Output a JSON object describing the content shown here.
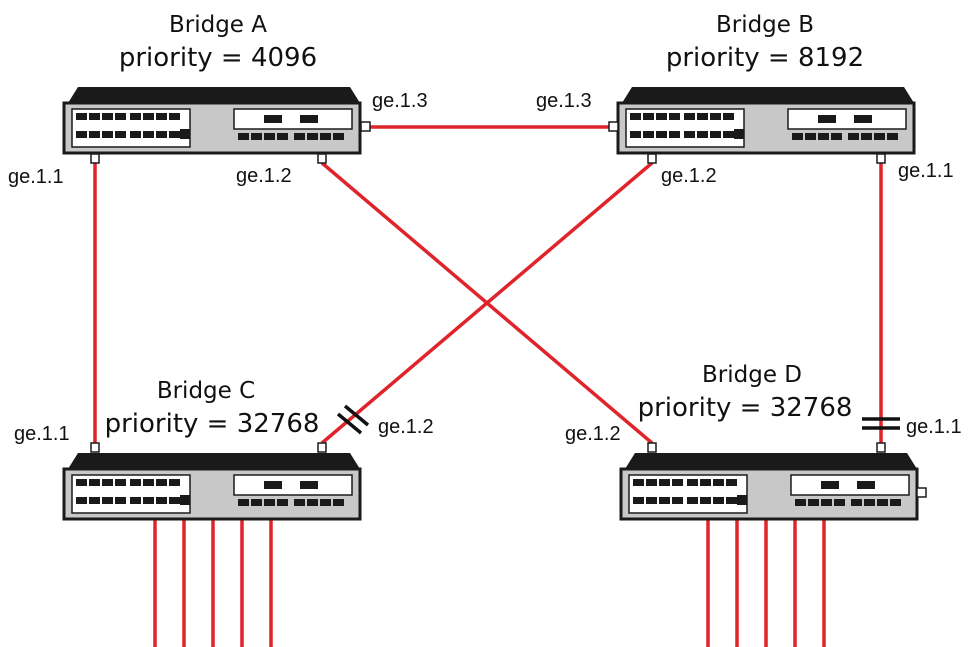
{
  "bridges": {
    "a": {
      "name": "Bridge A",
      "priority": "priority = 4096"
    },
    "b": {
      "name": "Bridge B",
      "priority": "priority = 8192"
    },
    "c": {
      "name": "Bridge C",
      "priority": "priority = 32768"
    },
    "d": {
      "name": "Bridge D",
      "priority": "priority = 32768"
    }
  },
  "ports": {
    "a_ge11": "ge.1.1",
    "a_ge12": "ge.1.2",
    "a_ge13": "ge.1.3",
    "b_ge13": "ge.1.3",
    "b_ge12": "ge.1.2",
    "b_ge11": "ge.1.1",
    "c_ge11": "ge.1.1",
    "c_ge12": "ge.1.2",
    "d_ge12": "ge.1.2",
    "d_ge11": "ge.1.1"
  },
  "colors": {
    "link": "#e0242c",
    "chassis": "#c8c8c8",
    "outline": "#1a1a1a"
  },
  "icons": {
    "switch": "network-switch-icon",
    "blocked": "blocked-port-icon"
  }
}
